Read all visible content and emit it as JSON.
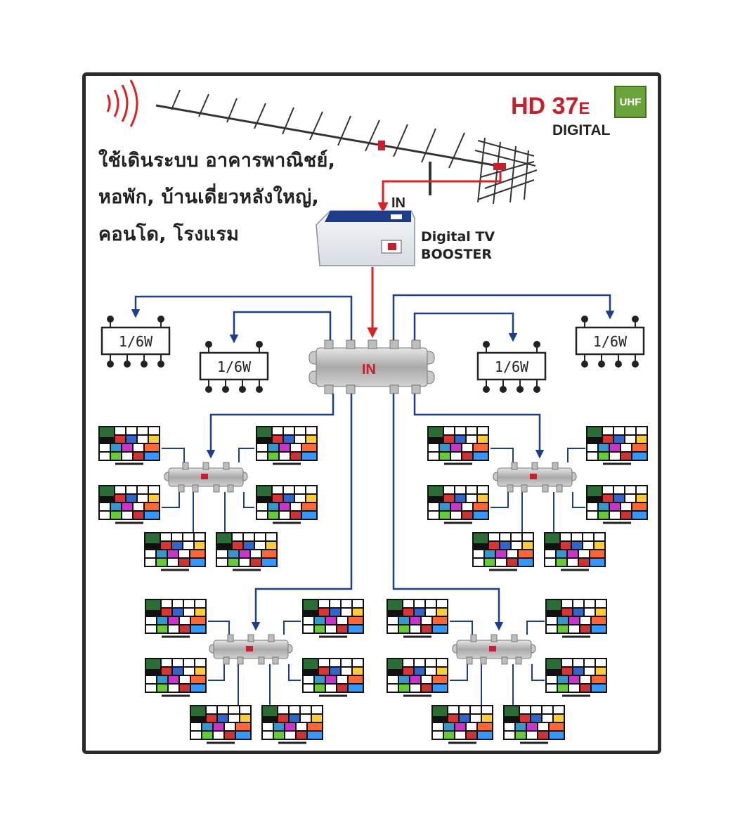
{
  "heading": {
    "line1": "ใช้เดินระบบ อาคารพาณิชย์,",
    "line2": "หอพัก, บ้านเดี่ยวหลังใหญ่,",
    "line3": "คอนโด, โรงแรม"
  },
  "product": {
    "model": "HD 37",
    "model_suffix": "E",
    "band_badge": "UHF",
    "type": "DIGITAL"
  },
  "booster": {
    "input_label": "IN",
    "name_line1": "Digital TV",
    "name_line2": "BOOSTER"
  },
  "main_splitter": {
    "label": "IN"
  },
  "taps": [
    {
      "label": "1/6W"
    },
    {
      "label": "1/6W"
    },
    {
      "label": "1/6W"
    },
    {
      "label": "1/6W"
    }
  ],
  "colors": {
    "signal_red": "#e02020",
    "cable_blue": "#1a3f8f",
    "frame": "#2b2b2b",
    "brand_red": "#c8202a",
    "badge_green": "#6aa33a"
  }
}
